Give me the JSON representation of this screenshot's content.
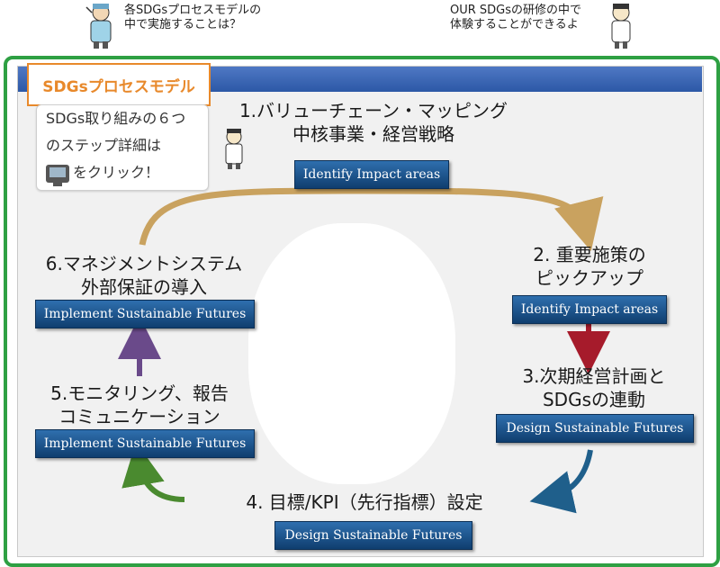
{
  "top_left_bubble": "各SDGsプロセスモデルの\n中で実施することは？",
  "top_right_bubble": "OUR SDGsの研修の中で\n体験することができるよ",
  "model_title": "SDGsプロセスモデル",
  "callout": {
    "line1": "SDGs取り組みの６つ",
    "line2": "のステップ詳細は",
    "line3": "をクリック！"
  },
  "steps": [
    {
      "line1": "1.バリューチェーン・マッピング",
      "line2": "中核事業・経営戦略",
      "button": "Identify Impact areas"
    },
    {
      "line1": "2. 重要施策の",
      "line2": "ピックアップ",
      "button": "Identify Impact areas"
    },
    {
      "line1": "3.次期経営計画と",
      "line2": "SDGsの連動",
      "button": "Design Sustainable Futures"
    },
    {
      "line1": "4. 目標/KPI（先行指標）設定",
      "line2": "",
      "button": "Design Sustainable Futures"
    },
    {
      "line1": "5.モニタリング、報告",
      "line2": "コミュニケーション",
      "button": "Implement Sustainable Futures"
    },
    {
      "line1": "6.マネジメントシステム",
      "line2": "外部保証の導入",
      "button": "Implement Sustainable Futures"
    }
  ],
  "colors": {
    "frame": "#2ea043",
    "title_accent": "#e8892b",
    "arrow_top": "#c9a25f",
    "arrow_red": "#a61b2b",
    "arrow_blue": "#1f5f8b",
    "arrow_green": "#4a8a2f",
    "arrow_purple": "#6a4a8a"
  }
}
